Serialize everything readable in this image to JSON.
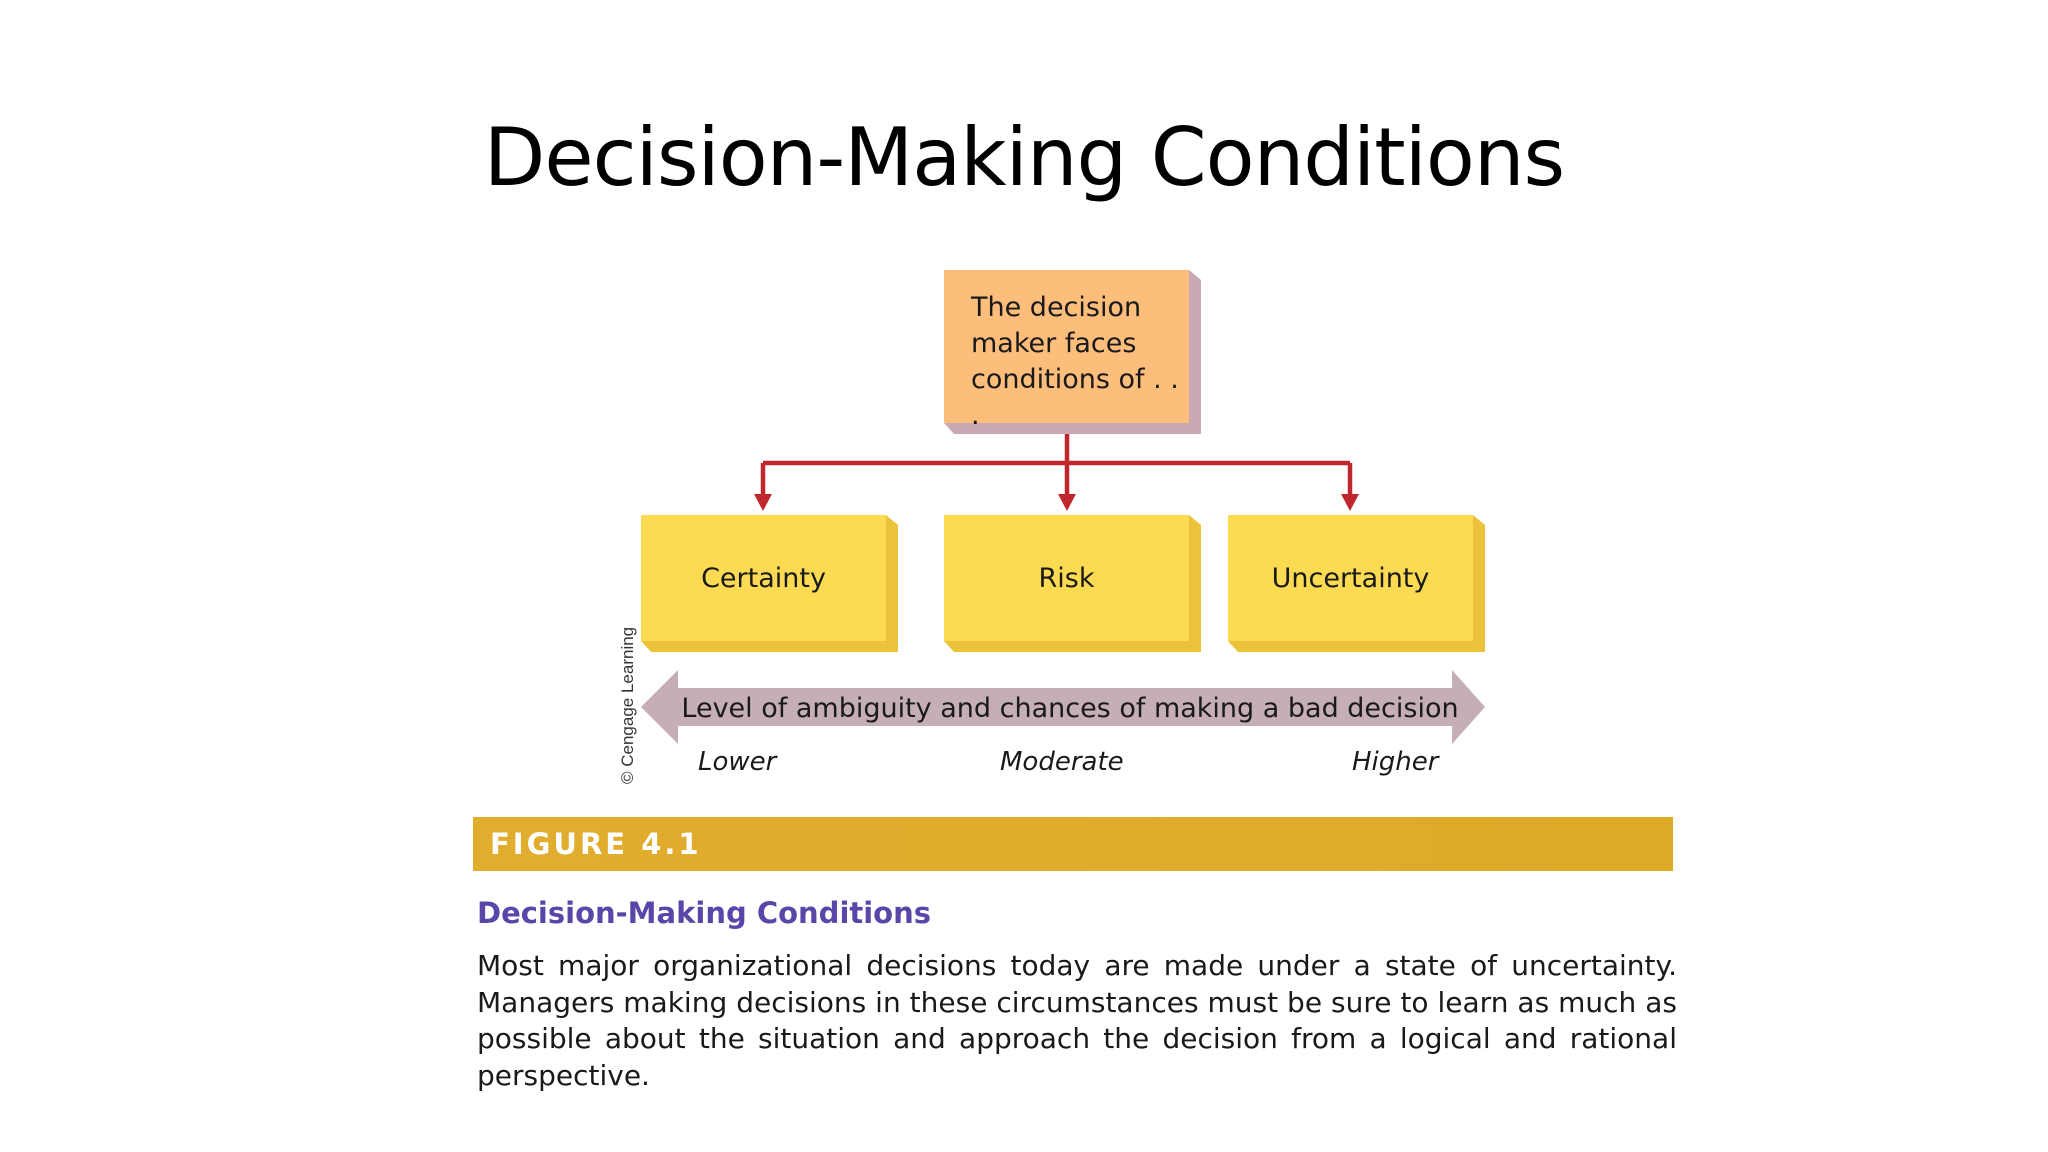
{
  "slide": {
    "title": "Decision-Making Conditions"
  },
  "diagram": {
    "top_box_lines": [
      "The decision",
      "maker faces",
      "conditions of . . ."
    ],
    "conditions": [
      "Certainty",
      "Risk",
      "Uncertainty"
    ],
    "scale_label": "Level of ambiguity and chances of making a bad decision",
    "levels": [
      "Lower",
      "Moderate",
      "Higher"
    ],
    "copyright": "© Cengage Learning",
    "colors": {
      "top_box": "#fdbd7b",
      "condition_box": "#fcdb53",
      "connector": "#c0272d",
      "scale_arrow": "#c5aeb4"
    }
  },
  "figure": {
    "label": "FIGURE 4.1",
    "heading": "Decision-Making Conditions",
    "caption": "Most major organizational decisions today are made under a state of uncertainty. Managers making decisions in these circumstances must be sure to learn as much as possible about the situation and approach the decision from a logical and rational perspective.",
    "colors": {
      "bar": "#dfaa28",
      "heading": "#5a46a8"
    }
  }
}
